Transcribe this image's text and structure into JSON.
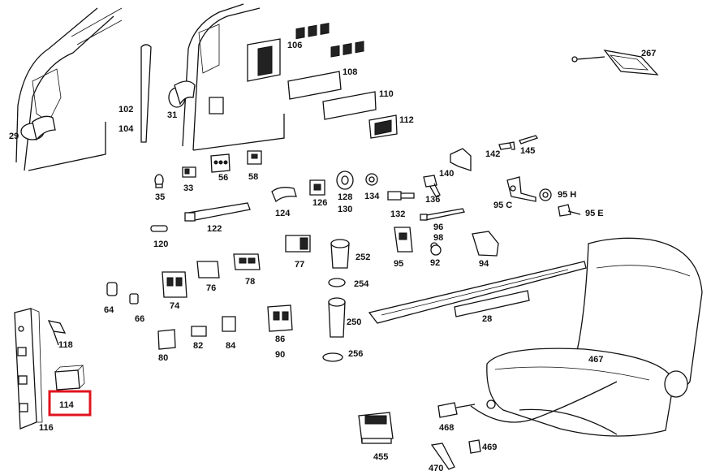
{
  "diagram": {
    "labels": [
      {
        "id": "l29",
        "text": "29"
      },
      {
        "id": "l31",
        "text": "31"
      },
      {
        "id": "l102",
        "text": "102"
      },
      {
        "id": "l104",
        "text": "104"
      },
      {
        "id": "l106",
        "text": "106"
      },
      {
        "id": "l108",
        "text": "108"
      },
      {
        "id": "l110",
        "text": "110"
      },
      {
        "id": "l112",
        "text": "112"
      },
      {
        "id": "l267",
        "text": "267"
      },
      {
        "id": "l142",
        "text": "142"
      },
      {
        "id": "l145",
        "text": "145"
      },
      {
        "id": "l140",
        "text": "140"
      },
      {
        "id": "l35",
        "text": "35"
      },
      {
        "id": "l33",
        "text": "33"
      },
      {
        "id": "l56",
        "text": "56"
      },
      {
        "id": "l58",
        "text": "58"
      },
      {
        "id": "l124",
        "text": "124"
      },
      {
        "id": "l126",
        "text": "126"
      },
      {
        "id": "l128",
        "text": "128"
      },
      {
        "id": "l130",
        "text": "130"
      },
      {
        "id": "l134",
        "text": "134"
      },
      {
        "id": "l132",
        "text": "132"
      },
      {
        "id": "l136",
        "text": "136"
      },
      {
        "id": "l95c",
        "text": "95 C"
      },
      {
        "id": "l95h",
        "text": "95 H"
      },
      {
        "id": "l95e",
        "text": "95 E"
      },
      {
        "id": "l122",
        "text": "122"
      },
      {
        "id": "l96",
        "text": "96"
      },
      {
        "id": "l98",
        "text": "98"
      },
      {
        "id": "l120",
        "text": "120"
      },
      {
        "id": "l77",
        "text": "77"
      },
      {
        "id": "l252",
        "text": "252"
      },
      {
        "id": "l95",
        "text": "95"
      },
      {
        "id": "l92",
        "text": "92"
      },
      {
        "id": "l94",
        "text": "94"
      },
      {
        "id": "l76",
        "text": "76"
      },
      {
        "id": "l78",
        "text": "78"
      },
      {
        "id": "l74",
        "text": "74"
      },
      {
        "id": "l254",
        "text": "254"
      },
      {
        "id": "l64",
        "text": "64"
      },
      {
        "id": "l66",
        "text": "66"
      },
      {
        "id": "l250",
        "text": "250"
      },
      {
        "id": "l28",
        "text": "28"
      },
      {
        "id": "l118",
        "text": "118"
      },
      {
        "id": "l80",
        "text": "80"
      },
      {
        "id": "l82",
        "text": "82"
      },
      {
        "id": "l84",
        "text": "84"
      },
      {
        "id": "l86",
        "text": "86"
      },
      {
        "id": "l90",
        "text": "90"
      },
      {
        "id": "l256",
        "text": "256"
      },
      {
        "id": "l467",
        "text": "467"
      },
      {
        "id": "l114",
        "text": "114"
      },
      {
        "id": "l116",
        "text": "116"
      },
      {
        "id": "l468",
        "text": "468"
      },
      {
        "id": "l455",
        "text": "455"
      },
      {
        "id": "l469",
        "text": "469"
      },
      {
        "id": "l470",
        "text": "470"
      }
    ],
    "highlighted": "114",
    "highlight_color": "#e0141e"
  }
}
